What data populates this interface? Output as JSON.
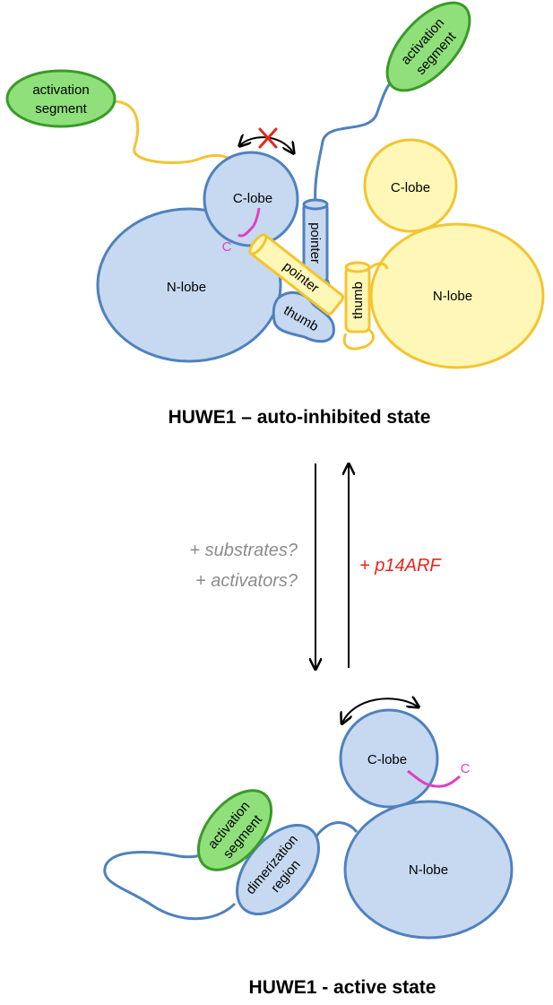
{
  "top_state": {
    "title": "HUWE1 – auto-inhibited state",
    "left": {
      "activation_segment": [
        "activation",
        "segment"
      ],
      "c_lobe": "C-lobe",
      "n_lobe": "N-lobe",
      "c_terminus": "C",
      "pointer": "pointer",
      "thumb": "thumb"
    },
    "right": {
      "activation_segment": [
        "activation",
        "segment"
      ],
      "c_lobe": "C-lobe",
      "n_lobe": "N-lobe",
      "pointer": "pointer",
      "thumb": "thumb"
    }
  },
  "transition": {
    "forward_conditions": [
      "+ substrates?",
      "+ activators?"
    ],
    "reverse_condition": "+ p14ARF"
  },
  "bottom_state": {
    "title": "HUWE1 - active state",
    "activation_segment": [
      "activation",
      "segment"
    ],
    "dimerization_region": [
      "dimerization",
      "region"
    ],
    "c_lobe": "C-lobe",
    "n_lobe": "N-lobe",
    "c_terminus": "C"
  },
  "colors": {
    "blue_fill": "#c6d9f1",
    "blue_stroke": "#4f81bd",
    "yellow_fill": "#fff7b8",
    "yellow_stroke": "#f4c430",
    "green_fill": "#8fe07a",
    "green_stroke": "#3a9a28",
    "magenta": "#e040c0",
    "red": "#e8261c",
    "gray_text": "#8c8c8c"
  }
}
